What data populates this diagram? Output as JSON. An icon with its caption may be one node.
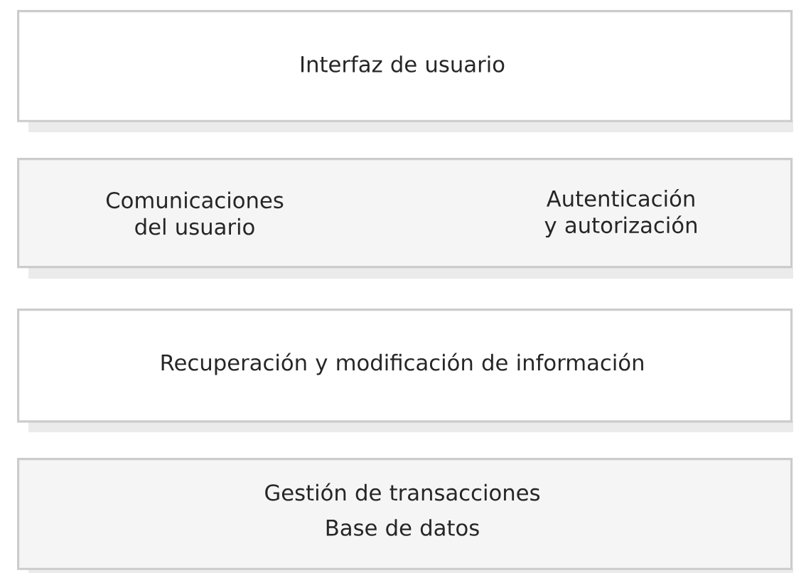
{
  "diagram": {
    "nodes": [
      {
        "text": [
          "Interfaz de usuario"
        ]
      },
      {
        "text": [
          "Comunicaciones del usuario",
          "Autenticación y autorización"
        ]
      },
      {
        "text": [
          "Recuperación y modificación de información"
        ]
      },
      {
        "text": [
          "Gestión de transacciones",
          "Base de datos"
        ]
      }
    ]
  }
}
